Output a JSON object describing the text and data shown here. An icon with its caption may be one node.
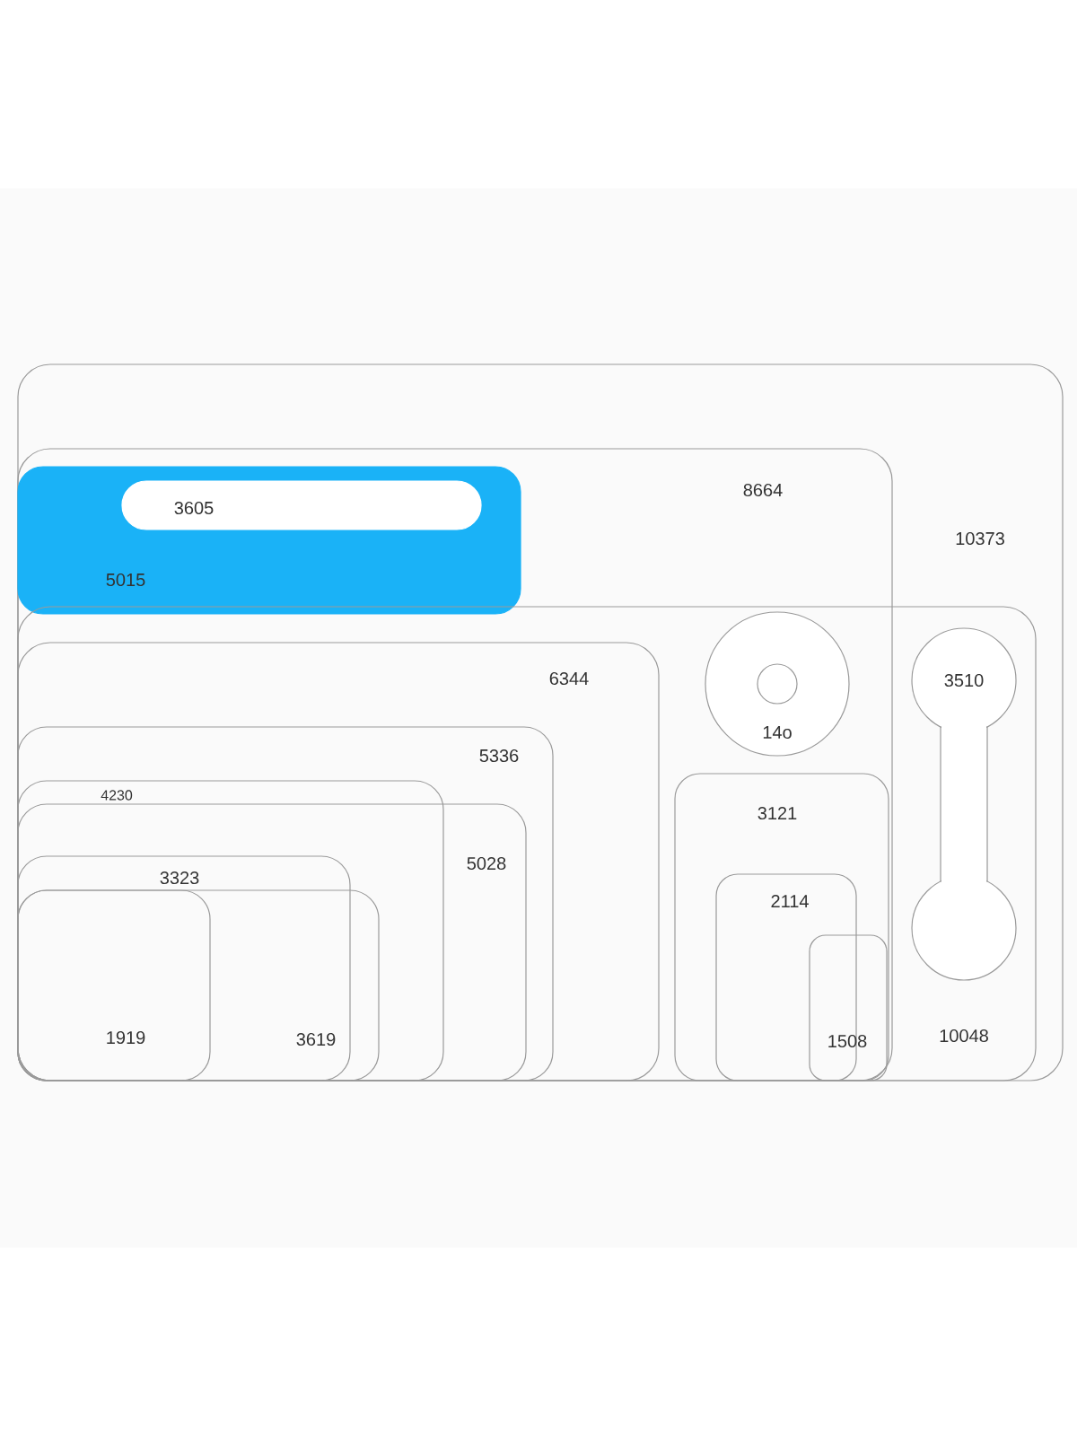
{
  "diagram": {
    "nodes": [
      {
        "text": [
          "10373"
        ]
      },
      {
        "text": [
          "8664"
        ],
        "in": 0
      },
      {
        "text": [
          "5015"
        ],
        "in": 1
      },
      {
        "text": [
          "3605"
        ],
        "in": 2
      },
      {
        "text": [
          "10048"
        ],
        "in": 0
      },
      {
        "text": [
          "6344"
        ],
        "in": 4
      },
      {
        "text": [
          "14o"
        ],
        "in": 4
      },
      {
        "text": [
          "3510"
        ],
        "in": 4
      },
      {
        "text": [
          "5336"
        ],
        "in": 5
      },
      {
        "text": [
          "4230"
        ],
        "in": 8
      },
      {
        "text": [
          "5028"
        ],
        "in": 8
      },
      {
        "text": [
          "3323"
        ],
        "in": 9
      },
      {
        "text": [
          "3619"
        ],
        "in": 9
      },
      {
        "text": [
          "1919"
        ],
        "in": 12
      },
      {
        "text": [
          "3121"
        ],
        "in": 4
      },
      {
        "text": [
          "2114"
        ],
        "in": 14
      },
      {
        "text": [
          "1508"
        ],
        "in": 14
      }
    ]
  }
}
